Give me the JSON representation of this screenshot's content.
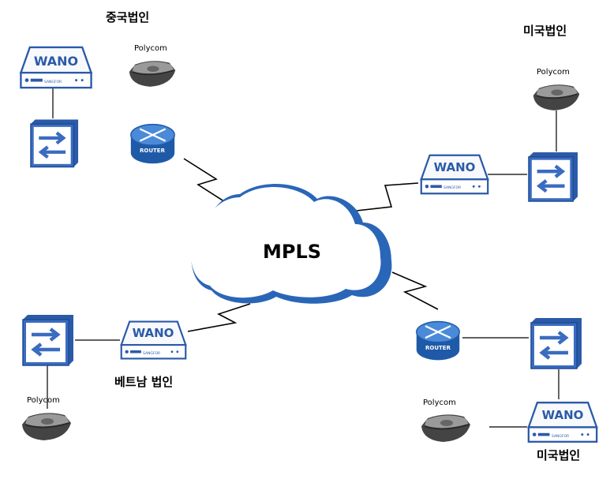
{
  "cloud": {
    "label": "MPLS",
    "fill": "#ffffff",
    "shade": "#2a66b8"
  },
  "labels": {
    "wano": "WANO",
    "router": "ROUTER",
    "polycom": "Polycom",
    "sangfor": "SANGFOR"
  },
  "sites": {
    "china": "중국법인",
    "vietnam": "베트남 법인",
    "usa_top": "미국법인",
    "usa_bottom": "미국법인"
  },
  "colors": {
    "device_blue": "#2b5aa8",
    "switch_blue": "#3a6cc0",
    "router_blue": "#2f6bc4",
    "line": "#000000"
  }
}
